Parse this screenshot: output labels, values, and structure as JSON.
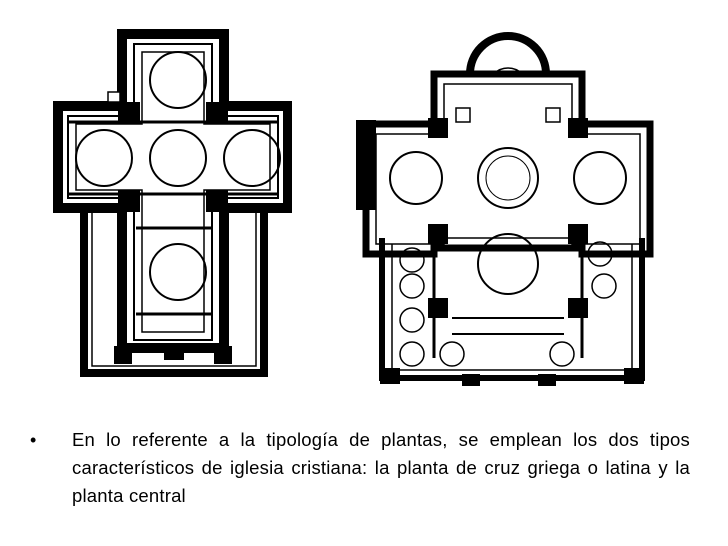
{
  "slide": {
    "bullet_marker": "•",
    "bullet_text": "En lo referente a la tipología de plantas, se emplean los dos tipos característicos de iglesia cristiana: la planta de cruz griega o latina y la planta central"
  },
  "colors": {
    "ink": "#000000",
    "paper": "#ffffff"
  },
  "icons": {
    "left_plan": "church-floor-plan-cross",
    "right_plan": "church-floor-plan-central"
  }
}
